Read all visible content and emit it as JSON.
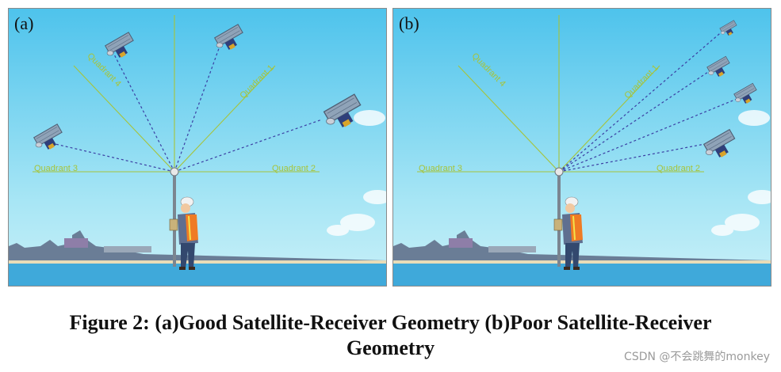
{
  "panels": [
    {
      "label": "(a)",
      "quadrants": [
        "Quadrant 1",
        "Quadrant 2",
        "Quadrant 3",
        "Quadrant 4"
      ]
    },
    {
      "label": "(b)",
      "quadrants": [
        "Quadrant 1",
        "Quadrant 2",
        "Quadrant 3",
        "Quadrant 4"
      ]
    }
  ],
  "caption": {
    "line1": "Figure 2: (a)Good Satellite-Receiver Geometry (b)Poor Satellite-Receiver",
    "line2": "Geometry"
  },
  "watermark": "CSDN @不会跳舞的monkey",
  "colors": {
    "sky_top": "#56c6ec",
    "sky_bottom": "#bdeef7",
    "sea": "#3fa9da",
    "axis": "#a6c43b",
    "signal": "#3b3fa3"
  }
}
